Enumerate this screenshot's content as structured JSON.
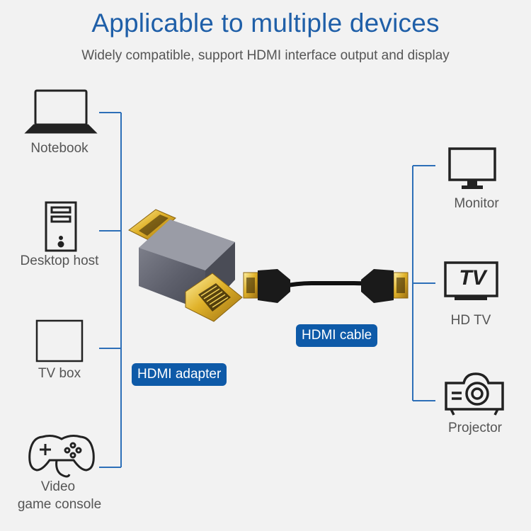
{
  "header": {
    "title": "Applicable to multiple devices",
    "subtitle": "Widely compatible, support HDMI interface output and display"
  },
  "left_devices": [
    {
      "label": "Notebook",
      "icon": "laptop-icon"
    },
    {
      "label": "Desktop host",
      "icon": "desktop-tower-icon"
    },
    {
      "label": "TV box",
      "icon": "tv-box-icon"
    },
    {
      "label_line1": "Video",
      "label_line2": "game console",
      "icon": "gamepad-icon"
    }
  ],
  "right_devices": [
    {
      "label": "Monitor",
      "icon": "monitor-icon"
    },
    {
      "label": "HD TV",
      "icon": "tv-icon",
      "icon_text": "TV"
    },
    {
      "label": "Projector",
      "icon": "projector-icon"
    }
  ],
  "tags": {
    "adapter": "HDMI adapter",
    "cable": "HDMI cable"
  },
  "colors": {
    "accent": "#1f5fa8",
    "tag_bg": "#0e5aa8",
    "line": "#2d6fb8",
    "background": "#f2f2f2"
  }
}
